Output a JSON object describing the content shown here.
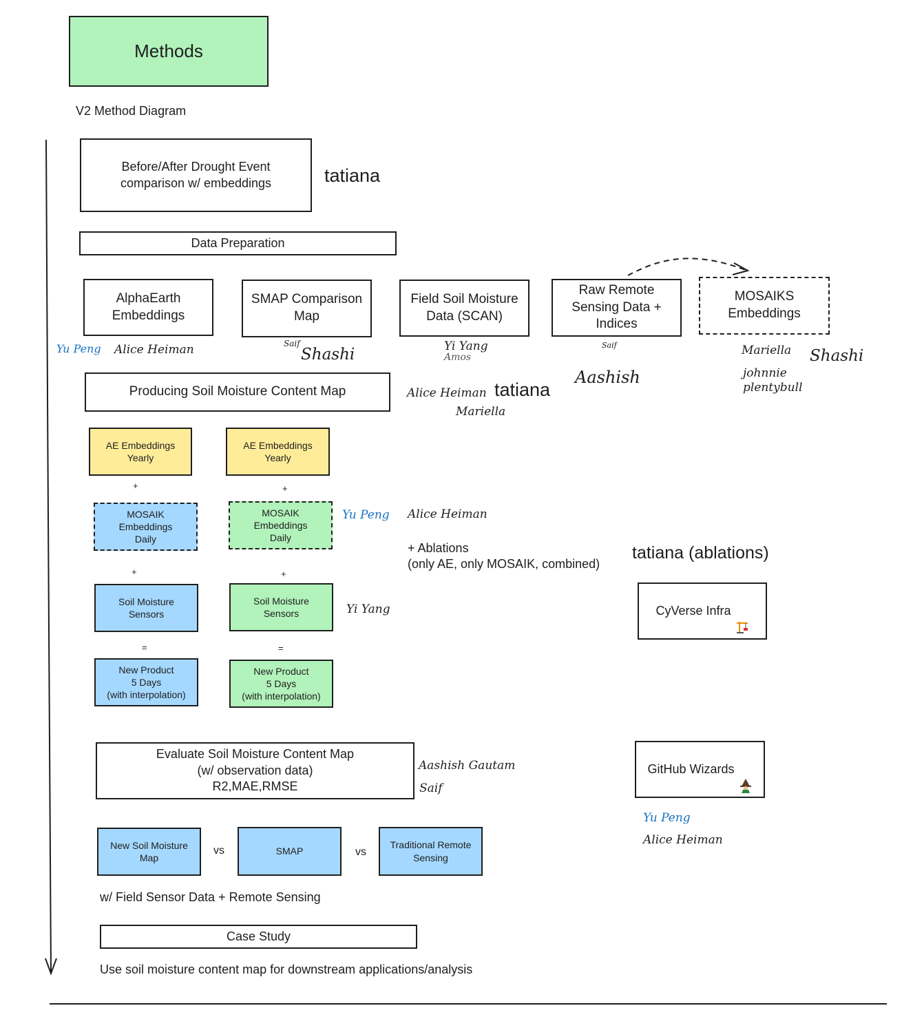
{
  "methods_title": "Methods",
  "subtitle": "V2 Method Diagram",
  "drought": {
    "label": "Before/After Drought Event\ncomparison w/ embeddings",
    "owner": "tatiana"
  },
  "data_prep": {
    "label": "Data Preparation",
    "sources": [
      {
        "label": "AlphaEarth\nEmbeddings",
        "assignees": [
          "Yu Peng",
          "Alice Heiman"
        ]
      },
      {
        "label": "SMAP Comparison\nMap",
        "assignees": [
          "Saif",
          "Shashi"
        ]
      },
      {
        "label": "Field Soil Moisture\nData (SCAN)",
        "assignees": [
          "Yi Yang",
          "Amos"
        ]
      },
      {
        "label": "Raw Remote\nSensing Data +\nIndices",
        "assignees": [
          "Saif",
          "Aashish"
        ]
      },
      {
        "label": "MOSAIKS\nEmbeddings",
        "assignees": [
          "Mariella",
          "Shashi",
          "johnnie\nplentybull"
        ]
      }
    ]
  },
  "producing": {
    "label": "Producing Soil Moisture Content Map",
    "assignees": [
      "Alice Heiman",
      "tatiana",
      "Mariella"
    ]
  },
  "pipeline": {
    "left": {
      "ae": "AE Embeddings\nYearly",
      "mosaik": "MOSAIK\nEmbeddings\nDaily",
      "sensors": "Soil Moisture\nSensors",
      "product": "New Product\n5 Days\n(with interpolation)"
    },
    "right": {
      "ae": "AE Embeddings\nYearly",
      "mosaik": "MOSAIK\nEmbeddings\nDaily",
      "sensors": "Soil Moisture\nSensors",
      "product": "New Product\n5 Days\n(with interpolation)"
    },
    "plus": "+",
    "equals": "=",
    "mosaik_assignees": [
      "Yu Peng",
      "Alice Heiman"
    ],
    "sensors_assignee": "Yi Yang",
    "ablations": "+ Ablations\n(only AE, only MOSAIK, combined)",
    "ablations_owner": "tatiana (ablations)"
  },
  "cyverse": {
    "label": "CyVerse Infra",
    "icon": "crane-icon"
  },
  "github": {
    "label": "GitHub Wizards",
    "icon": "wizard-icon",
    "assignees": [
      "Yu Peng",
      "Alice Heiman"
    ]
  },
  "evaluate": {
    "label": "Evaluate Soil Moisture Content Map\n(w/ observation data)\nR2,MAE,RMSE",
    "assignees": [
      "Aashish Gautam",
      "Saif"
    ],
    "compare": [
      "New Soil Moisture\nMap",
      "SMAP",
      "Traditional Remote\nSensing"
    ],
    "vs": "vs",
    "note": "w/ Field Sensor Data + Remote Sensing"
  },
  "case_study": {
    "label": "Case Study",
    "note": "Use soil moisture content map for downstream applications/analysis"
  }
}
